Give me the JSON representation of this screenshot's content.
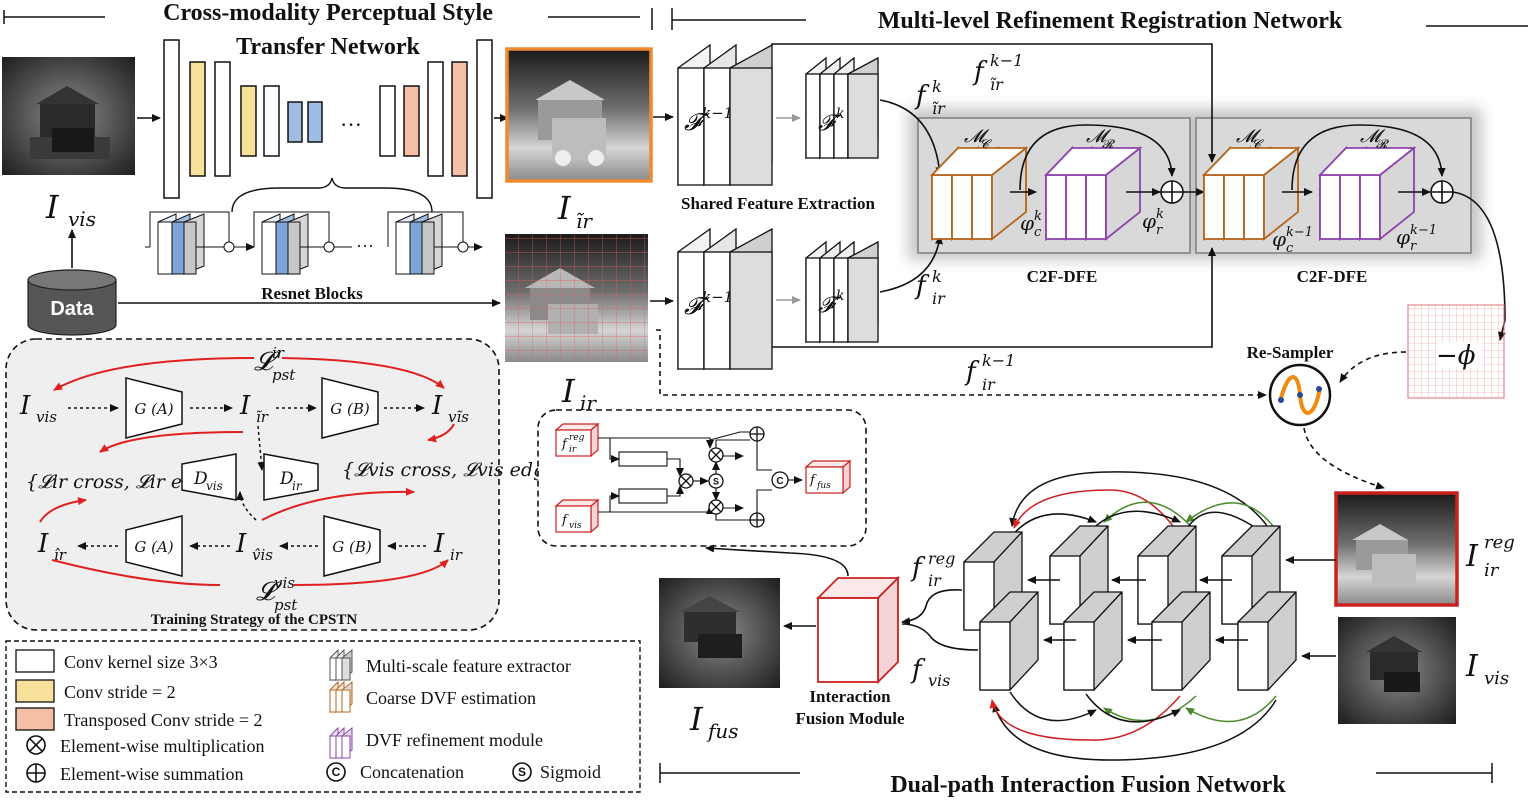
{
  "titles": {
    "cpstn_line1": "Cross-modality Perceptual Style",
    "cpstn_line2": "Transfer Network",
    "mrrn": "Multi-level Refinement Registration Network",
    "dif": "Dual-path Interaction Fusion Network"
  },
  "labels": {
    "resnet": "Resnet Blocks",
    "data": "Data",
    "shared": "Shared Feature Extraction",
    "c2f_a": "C2F-DFE",
    "c2f_b": "C2F-DFE",
    "resampler": "Re-Sampler",
    "training": "Training Strategy of the CPSTN",
    "ifm_line1": "Interaction",
    "ifm_line2": "Fusion Module",
    "dots": "···"
  },
  "math": {
    "I_vis": "I",
    "I_vis_sub": "vis",
    "I_ir_tilde": "I",
    "I_ir_tilde_sub": "ĩr",
    "I_ir": "I",
    "I_ir_sub": "ir",
    "I_reg": "I",
    "I_reg_sup": "reg",
    "I_reg_sub": "ir",
    "I_vis2": "I",
    "I_vis2_sub": "vis",
    "I_fus": "I",
    "I_fus_sub": "fus",
    "F_km1": "𝓕",
    "F_km1_sup": "k−1",
    "F_k": "𝓕",
    "F_k_sup": "k",
    "f_irt_k": "f",
    "f_irt_k_sub": "ĩr",
    "f_irt_k_sup": "k",
    "f_irt_km1": "f",
    "f_irt_km1_sub": "ĩr",
    "f_irt_km1_sup": "k−1",
    "f_ir_k": "f",
    "f_ir_k_sub": "ir",
    "f_ir_k_sup": "k",
    "f_ir_km1": "f",
    "f_ir_km1_sub": "ir",
    "f_ir_km1_sup": "k−1",
    "M_C": "𝓜",
    "M_C_sub": "𝓒",
    "M_R": "𝓜",
    "M_R_sub": "𝓡",
    "phi_c_k": "φ",
    "phi_c_k_sub": "c",
    "phi_c_k_sup": "k",
    "phi_r_k": "φ",
    "phi_r_k_sub": "r",
    "phi_r_k_sup": "k",
    "phi_c_km1": "φ",
    "phi_c_km1_sub": "c",
    "phi_c_km1_sup": "k−1",
    "phi_r_km1": "φ",
    "phi_r_km1_sub": "r",
    "phi_r_km1_sup": "k−1",
    "neg_phi": "−ϕ",
    "f_reg": "f",
    "f_reg_sup": "reg",
    "f_reg_sub": "ir",
    "f_vis": "f",
    "f_vis_sub": "vis",
    "ifm_freg": "f",
    "ifm_freg_sup": "reg",
    "ifm_freg_sub": "ir",
    "ifm_fvis": "f",
    "ifm_fvis_sub": "vis",
    "ifm_ffus": "f",
    "ifm_ffus_sub": "fus"
  },
  "training": {
    "L_pst_ir": "𝓛",
    "L_pst_ir_sup": "ir",
    "L_pst_ir_sub": "pst",
    "L_pst_vis": "𝓛",
    "L_pst_vis_sup": "vis",
    "L_pst_vis_sub": "pst",
    "t_Ivis": "I",
    "t_Ivis_sub": "vis",
    "t_Iirt": "I",
    "t_Iirt_sub": "ĩr",
    "t_Ivist": "I",
    "t_Ivist_sub": "vĩs",
    "t_Iirh": "I",
    "t_Iirh_sub": "îr",
    "t_Ivish": "I",
    "t_Ivish_sub": "v̂is",
    "t_Iir": "I",
    "t_Iir_sub": "ir",
    "GA1": "G (A)",
    "GB1": "G (B)",
    "GA2": "G (A)",
    "GB2": "G (B)",
    "Dvis": "D",
    "Dvis_sub": "vis",
    "Dir": "D",
    "Dir_sub": "ir",
    "loss_ir": "{𝓛ir cross, 𝓛ir edge}",
    "loss_vis": "{𝓛vis cross, 𝓛vis edge}"
  },
  "legend": [
    {
      "key": "conv",
      "label": "Conv kernel size 3×3"
    },
    {
      "key": "stride",
      "label": "Conv stride = 2"
    },
    {
      "key": "tconv",
      "label": "Transposed Conv stride = 2"
    },
    {
      "key": "mul",
      "label": "Element-wise multiplication"
    },
    {
      "key": "sum",
      "label": "Element-wise summation"
    },
    {
      "key": "msfe",
      "label": "Multi-scale feature extractor"
    },
    {
      "key": "coarse",
      "label": "Coarse DVF estimation"
    },
    {
      "key": "refine",
      "label": "DVF refinement module"
    },
    {
      "key": "concat",
      "label": "Concatenation"
    },
    {
      "key": "sigmoid",
      "label": "Sigmoid"
    }
  ],
  "colors": {
    "stride": "#f7e09a",
    "tconv": "#f4bfa4",
    "resnet": "#9fbce3",
    "coarse": "#b5651d",
    "refine": "#8e44ad",
    "loss_arrow": "#e02020",
    "green_arrow": "#4a8a2a",
    "red_frame": "#cc2020",
    "orange_frame": "#f08a30"
  }
}
